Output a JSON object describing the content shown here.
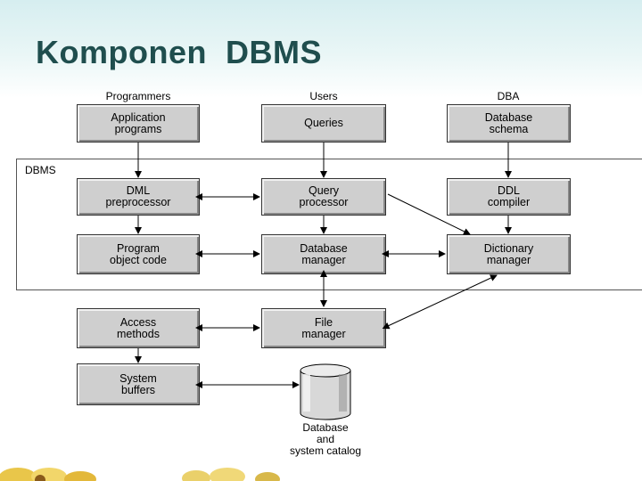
{
  "slide": {
    "title": "Komponen  DBMS"
  },
  "columns": {
    "programmers": "Programmers",
    "users": "Users",
    "dba": "DBA"
  },
  "dbms_label": "DBMS",
  "boxes": {
    "app_programs": "Application\nprograms",
    "queries": "Queries",
    "db_schema": "Database\nschema",
    "dml_pre": "DML\npreprocessor",
    "query_proc": "Query\nprocessor",
    "ddl_compiler": "DDL\ncompiler",
    "prog_obj": "Program\nobject code",
    "db_manager": "Database\nmanager",
    "dict_manager": "Dictionary\nmanager",
    "access_methods": "Access\nmethods",
    "file_manager": "File\nmanager",
    "system_buffers": "System\nbuffers"
  },
  "database": {
    "line1": "Database",
    "line2": "and",
    "line3": "system catalog"
  },
  "colors": {
    "box_fill": "#cfcfcf",
    "title": "#1f4e4e",
    "line": "#000000"
  }
}
